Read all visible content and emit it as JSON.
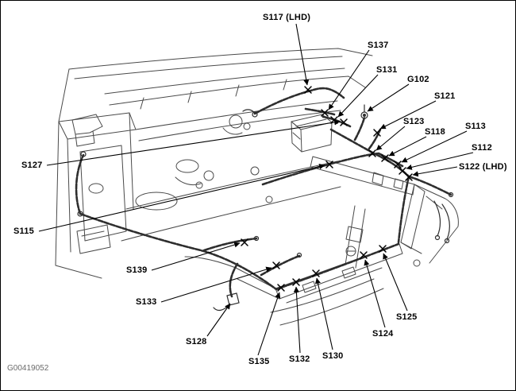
{
  "figure": {
    "id": "G00419052"
  },
  "callouts": [
    {
      "text": "S117 (LHD)"
    },
    {
      "text": "S137"
    },
    {
      "text": "S131"
    },
    {
      "text": "G102"
    },
    {
      "text": "S121"
    },
    {
      "text": "S123"
    },
    {
      "text": "S118"
    },
    {
      "text": "S113"
    },
    {
      "text": "S112"
    },
    {
      "text": "S122 (LHD)"
    },
    {
      "text": "S127"
    },
    {
      "text": "S115"
    },
    {
      "text": "S139"
    },
    {
      "text": "S133"
    },
    {
      "text": "S128"
    },
    {
      "text": "S135"
    },
    {
      "text": "S132"
    },
    {
      "text": "S130"
    },
    {
      "text": "S124"
    },
    {
      "text": "S125"
    }
  ]
}
